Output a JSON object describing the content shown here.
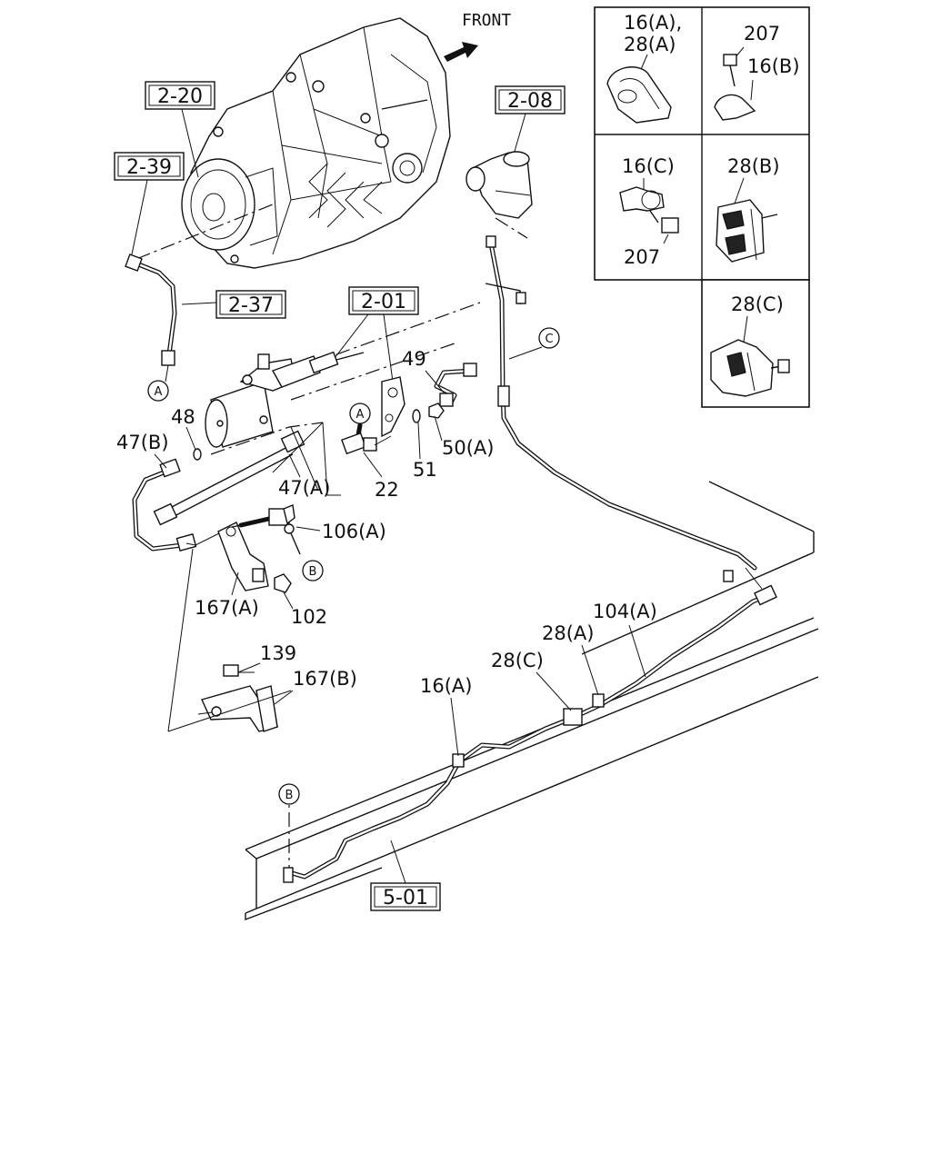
{
  "front_label": "FRONT",
  "ref_boxes": {
    "r2_20": "2-20",
    "r2_39": "2-39",
    "r2_08": "2-08",
    "r2_37": "2-37",
    "r2_01": "2-01",
    "r5_01": "5-01"
  },
  "circles": {
    "a1": "A",
    "a2": "A",
    "b1": "B",
    "b2": "B",
    "c1": "C"
  },
  "labels": {
    "p48": "48",
    "p47b": "47(B)",
    "p47a": "47(A)",
    "p49": "49",
    "p50a": "50(A)",
    "p51": "51",
    "p22": "22",
    "p106a": "106(A)",
    "p167a": "167(A)",
    "p102": "102",
    "p139": "139",
    "p167b": "167(B)",
    "p104a": "104(A)",
    "p28a": "28(A)",
    "p28c": "28(C)",
    "p16a": "16(A)"
  },
  "inset": {
    "c1_line1": "16(A),",
    "c1_line2": "28(A)",
    "c2_207": "207",
    "c2_16b": "16(B)",
    "c3_16c": "16(C)",
    "c3_207": "207",
    "c4_28b": "28(B)",
    "c5_28c": "28(C)"
  }
}
